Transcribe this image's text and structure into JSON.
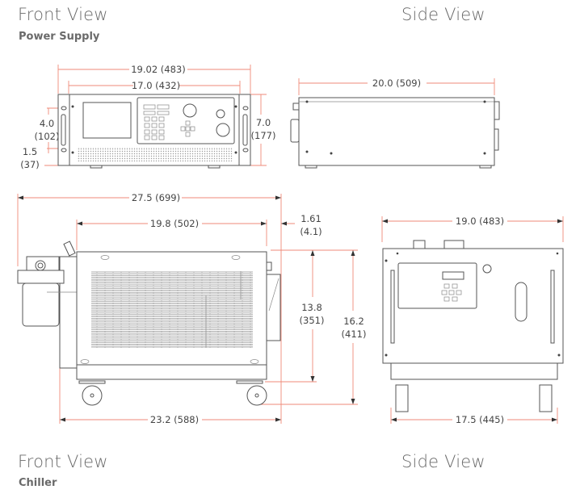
{
  "headings": {
    "top_left_title": "Front View",
    "top_left_subtitle": "Power Supply",
    "top_right_title": "Side View",
    "bottom_left_title": "Front View",
    "bottom_left_subtitle": "Chiller",
    "bottom_right_title": "Side View"
  },
  "power_supply_front": {
    "overall_width": "19.02 (483)",
    "body_width": "17.0 (432)",
    "height_main": "7.0",
    "height_main_mm": "(177)",
    "handle_spacing": "4.0",
    "handle_spacing_mm": "(102)",
    "bottom_offset": "1.5",
    "bottom_offset_mm": "(37)"
  },
  "power_supply_side": {
    "depth": "20.0 (509)"
  },
  "chiller_front": {
    "overall_width": "27.5 (699)",
    "body_width": "19.8 (502)",
    "side_offset": "1.61",
    "side_offset_mm": "(4.1)",
    "body_height": "13.8",
    "body_height_mm": "(351)",
    "overall_height": "16.2",
    "overall_height_mm": "(411)",
    "base_width": "23.2 (588)"
  },
  "chiller_side": {
    "overall_width": "19.0 (483)",
    "base_width": "17.5 (445)"
  },
  "colors": {
    "dimension_line": "#ef8a78",
    "text": "#6a6a6a",
    "drawing": "#555555"
  }
}
